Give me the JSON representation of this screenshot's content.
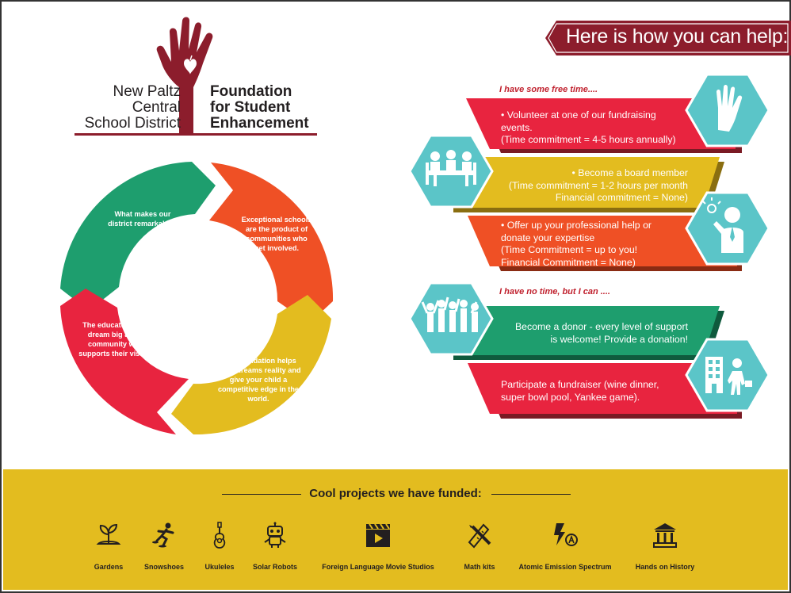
{
  "header": {
    "title": "Here is how you can help:"
  },
  "logo": {
    "district_lines": [
      "New Paltz",
      "Central",
      "School District"
    ],
    "foundation_lines": [
      "Foundation",
      "for Student",
      "Enhancement"
    ]
  },
  "wheel": {
    "segments": [
      {
        "text": "What makes our district remarkable?",
        "color": "#1e9e6e"
      },
      {
        "text": "Exceptional schools are the product of communities who get involved.",
        "color": "#ef5025"
      },
      {
        "text": "The Foundation helps make dreams reality and give your child a competitive edge in  the world.",
        "color": "#e3bc1f"
      },
      {
        "text": "The educators who dream big and a community who supports their vision.",
        "color": "#e8243f"
      }
    ]
  },
  "help": {
    "free_time_label": "I have some free time....",
    "no_time_label": "I have no time, but I can ....",
    "bands": [
      {
        "lines": [
          "• Volunteer at one of our fundraising",
          "events.",
          "(Time commitment = 4-5 hours annually)"
        ],
        "color": "#e8243f"
      },
      {
        "lines": [
          "• Become a board member",
          "(Time commitment = 1-2 hours per month",
          "Financial commitment = None)"
        ],
        "color": "#e3bc1f"
      },
      {
        "lines": [
          "• Offer up your professional help or",
          "donate your expertise",
          "(Time Commitment = up to you!",
          "Financial Commitment = None)"
        ],
        "color": "#ef5025"
      },
      {
        "lines": [
          "Become a donor - every level of support",
          "is welcome! Provide a donation!"
        ],
        "color": "#1e9e6e"
      },
      {
        "lines": [
          "Participate a fundraiser (wine dinner,",
          "super bowl pool, Yankee game)."
        ],
        "color": "#e8243f"
      }
    ]
  },
  "projects": {
    "title": "Cool projects we have funded:",
    "items": [
      {
        "label": "Gardens",
        "icon": "sprout-icon"
      },
      {
        "label": "Snowshoes",
        "icon": "snowshoer-icon"
      },
      {
        "label": "Ukuleles",
        "icon": "ukulele-icon"
      },
      {
        "label": "Solar Robots",
        "icon": "robot-icon"
      },
      {
        "label": "Foreign Language Movie Studios",
        "icon": "clapperboard-icon"
      },
      {
        "label": "Math kits",
        "icon": "math-tools-icon"
      },
      {
        "label": "Atomic Emission Spectrum",
        "icon": "atomic-icon"
      },
      {
        "label": "Hands on History",
        "icon": "museum-icon"
      }
    ]
  },
  "colors": {
    "maroon": "#8c1d2c",
    "teal": "#5bc5c8",
    "yellow": "#e3bc1f"
  }
}
